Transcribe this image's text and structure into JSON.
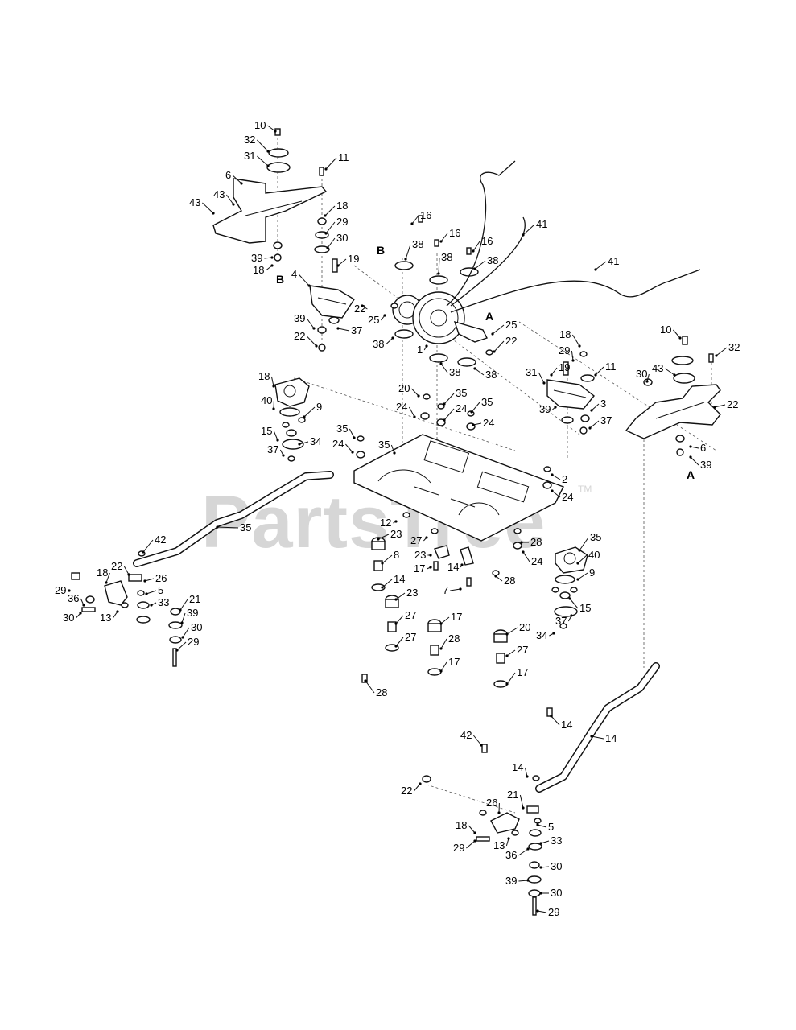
{
  "watermark": {
    "text": "PartsTree",
    "trademark": "TM"
  },
  "callouts": [
    "10",
    "32",
    "31",
    "11",
    "6",
    "43",
    "43",
    "18",
    "29",
    "30",
    "39",
    "18",
    "19",
    "4",
    "22",
    "39",
    "37",
    "22",
    "16",
    "16",
    "16",
    "38",
    "38",
    "38",
    "41",
    "41",
    "25",
    "25",
    "38",
    "1",
    "22",
    "38",
    "38",
    "18",
    "10",
    "29",
    "19",
    "32",
    "11",
    "30",
    "43",
    "31",
    "3",
    "39",
    "37",
    "22",
    "6",
    "39",
    "18",
    "40",
    "9",
    "15",
    "34",
    "37",
    "20",
    "24",
    "35",
    "24",
    "35",
    "24",
    "35",
    "24",
    "35",
    "2",
    "24",
    "35",
    "42",
    "22",
    "26",
    "18",
    "5",
    "29",
    "36",
    "33",
    "30",
    "13",
    "21",
    "39",
    "30",
    "29",
    "12",
    "23",
    "27",
    "23",
    "8",
    "17",
    "14",
    "7",
    "14",
    "28",
    "23",
    "27",
    "17",
    "27",
    "28",
    "17",
    "28",
    "24",
    "35",
    "40",
    "9",
    "15",
    "37",
    "34",
    "20",
    "27",
    "17",
    "28",
    "14",
    "14",
    "42",
    "14",
    "22",
    "21",
    "26",
    "5",
    "18",
    "33",
    "29",
    "13",
    "36",
    "30",
    "39",
    "30",
    "29",
    "12"
  ],
  "letters": [
    "B",
    "B",
    "A",
    "A"
  ]
}
